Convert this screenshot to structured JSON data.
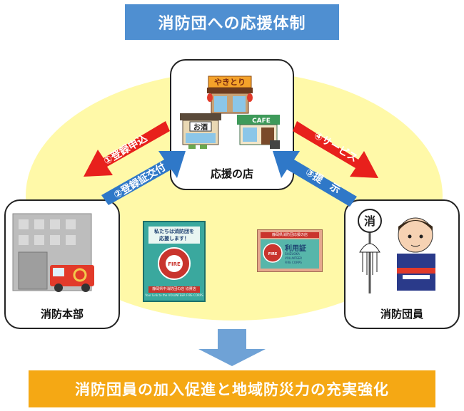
{
  "title": "消防団への応援体制",
  "nodes": {
    "shop": {
      "label": "応援の店",
      "signs": {
        "yakitori": "やきとり",
        "sake": "お酒",
        "cafe": "CAFE"
      }
    },
    "hq": {
      "label": "消防本部"
    },
    "member": {
      "label": "消防団員",
      "badge": "消"
    }
  },
  "arrows": {
    "register": "①登録申込",
    "issue": "②登録証交付",
    "present": "③提　示",
    "service": "④サービス"
  },
  "poster": {
    "line1": "私たちは消防団を",
    "line2": "応援します！",
    "emblem": "FIRE",
    "footer": "静岡県中消防団の店 協賛店",
    "subfooter": "Your Link to the VOLUNTEER FIRE CORPS"
  },
  "card": {
    "top": "静岡県消防団応援の店",
    "main": "利用証",
    "emblem": "FIRE",
    "sub1": "SHIZUOKA",
    "sub2": "VOLUNTEER",
    "sub3": "FIRE CORPS"
  },
  "bottom": "消防団員の加入促進と地域防災力の充実強化",
  "colors": {
    "title_bg": "#4f8fd1",
    "ellipse": "#fff9a8",
    "red_arrow": "#e8201c",
    "blue_arrow": "#2f78c8",
    "down_arrow": "#6fa2d6",
    "bottom_bg": "#f5a814"
  }
}
